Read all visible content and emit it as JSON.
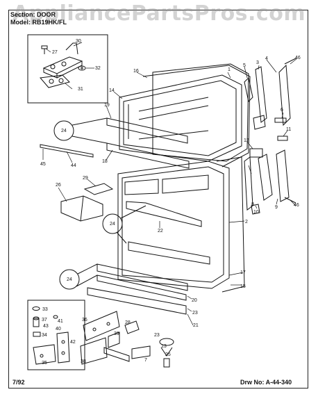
{
  "watermark": "AppliancePartsPros.com",
  "header": {
    "section_label": "Section: DOOR",
    "model_label": "Model: RB19HK/FL"
  },
  "footer": {
    "date": "7/92",
    "drawing_number": "Drw No: A-44-340"
  },
  "callouts": {
    "c1": "1",
    "c2": "2",
    "c3": "3",
    "c4": "4",
    "c5": "5",
    "c6": "6",
    "c7": "7",
    "c8": "8",
    "c9": "9",
    "c10": "10",
    "c11": "11",
    "c12": "12",
    "c13": "13",
    "c14": "14",
    "c15": "15",
    "c16": "16",
    "c17": "17",
    "c18": "18",
    "c19": "19",
    "c20": "20",
    "c21": "21",
    "c22": "22",
    "c23a": "23",
    "c23b": "23",
    "c24a": "24",
    "c24b": "24",
    "c24c": "24",
    "c25": "25",
    "c26": "26",
    "c27": "27",
    "c28": "28",
    "c29": "29",
    "c30": "30",
    "c31": "31",
    "c32": "32",
    "c33": "33",
    "c34": "34",
    "c35": "35",
    "c36": "36",
    "c37": "37",
    "c38": "38",
    "c39": "39",
    "c40": "40",
    "c41": "41",
    "c42": "42",
    "c43": "43",
    "c44": "44",
    "c45": "45",
    "c46a": "46",
    "c46b": "46"
  }
}
